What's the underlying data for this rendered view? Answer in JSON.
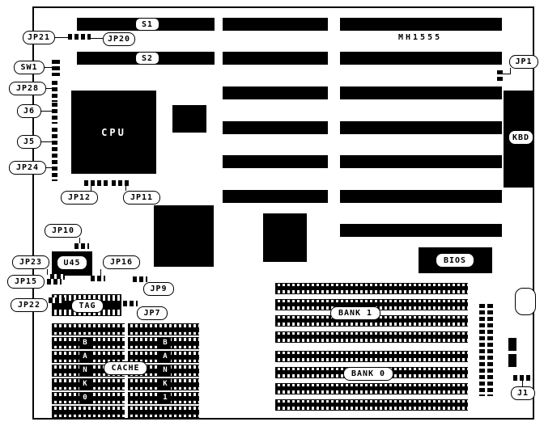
{
  "board": {
    "model": "MH1555"
  },
  "labels": {
    "s1": "S1",
    "s2": "S2",
    "jp21": "JP21",
    "jp20": "JP20",
    "sw1": "SW1",
    "jp28": "JP28",
    "j6": "J6",
    "j5": "J5",
    "jp24": "JP24",
    "cpu": "CPU",
    "jp12": "JP12",
    "jp11": "JP11",
    "jp10": "JP10",
    "u45": "U45",
    "jp23": "JP23",
    "jp16": "JP16",
    "jp15": "JP15",
    "jp9": "JP9",
    "jp22": "JP22",
    "jp7": "JP7",
    "tag": "TAG",
    "cache": "CACHE",
    "bios": "BIOS",
    "bank1": "BANK 1",
    "bank0": "BANK 0",
    "jp1": "JP1",
    "kbd": "KBD",
    "j1": "J1",
    "bank0_letters": [
      "B",
      "A",
      "N",
      "K",
      "0"
    ],
    "bank1_letters": [
      "B",
      "A",
      "N",
      "K",
      "1"
    ]
  }
}
